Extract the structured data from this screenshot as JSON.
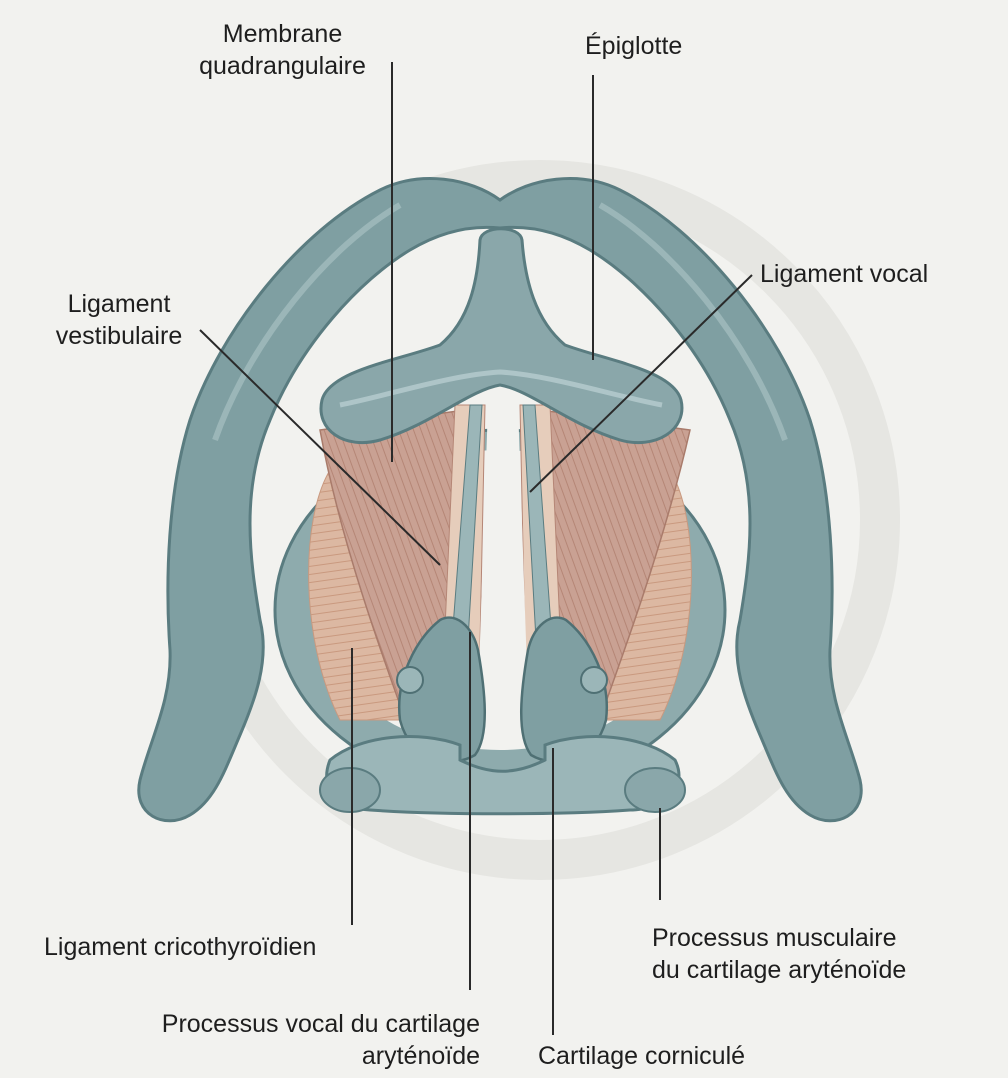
{
  "labels": {
    "membrane_quadrangulaire": [
      "Membrane",
      "quadrangulaire"
    ],
    "epiglotte": "Épiglotte",
    "ligament_vocal": "Ligament vocal",
    "ligament_vestibulaire": [
      "Ligament",
      "vestibulaire"
    ],
    "ligament_cricothyroidien": "Ligament cricothyroïdien",
    "processus_musculaire": [
      "Processus musculaire",
      "du cartilage aryténoïde"
    ],
    "processus_vocal": [
      "Processus vocal du cartilage",
      "aryténoïde"
    ],
    "cartilage_cornicule": "Cartilage corniculé"
  },
  "colors": {
    "cartilage": "#7f9fa2",
    "cartilage_dark": "#5a7c80",
    "cartilage_light": "#a7c0c2",
    "membrane": "#c9a193",
    "muscle": "#dcb8a2",
    "leader_line": "#2a2a2a",
    "background": "#f2f2ef"
  }
}
